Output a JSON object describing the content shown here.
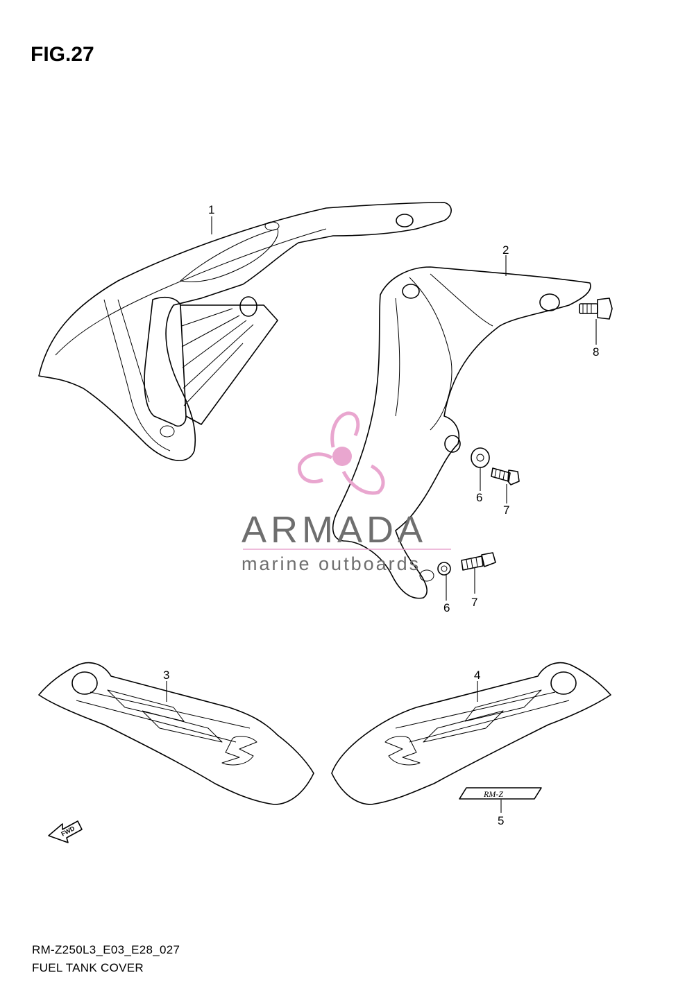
{
  "figure": {
    "title": "FIG.27",
    "model_code": "RM-Z250L3_E03_E28_027",
    "name": "FUEL TANK COVER"
  },
  "callouts": [
    "1",
    "2",
    "3",
    "4",
    "5",
    "6",
    "7",
    "8"
  ],
  "callouts_repeat": {
    "six_b": "6",
    "seven_b": "7"
  },
  "labels": {
    "fwd": "FWD",
    "rmz_badge": "RM-Z"
  },
  "watermark": {
    "brand": "ARMADA",
    "tagline": "marine outboards",
    "logo_color": "#e9a6cf",
    "text_color": "#6e6e6e"
  },
  "colors": {
    "line": "#000000",
    "background": "#ffffff"
  }
}
